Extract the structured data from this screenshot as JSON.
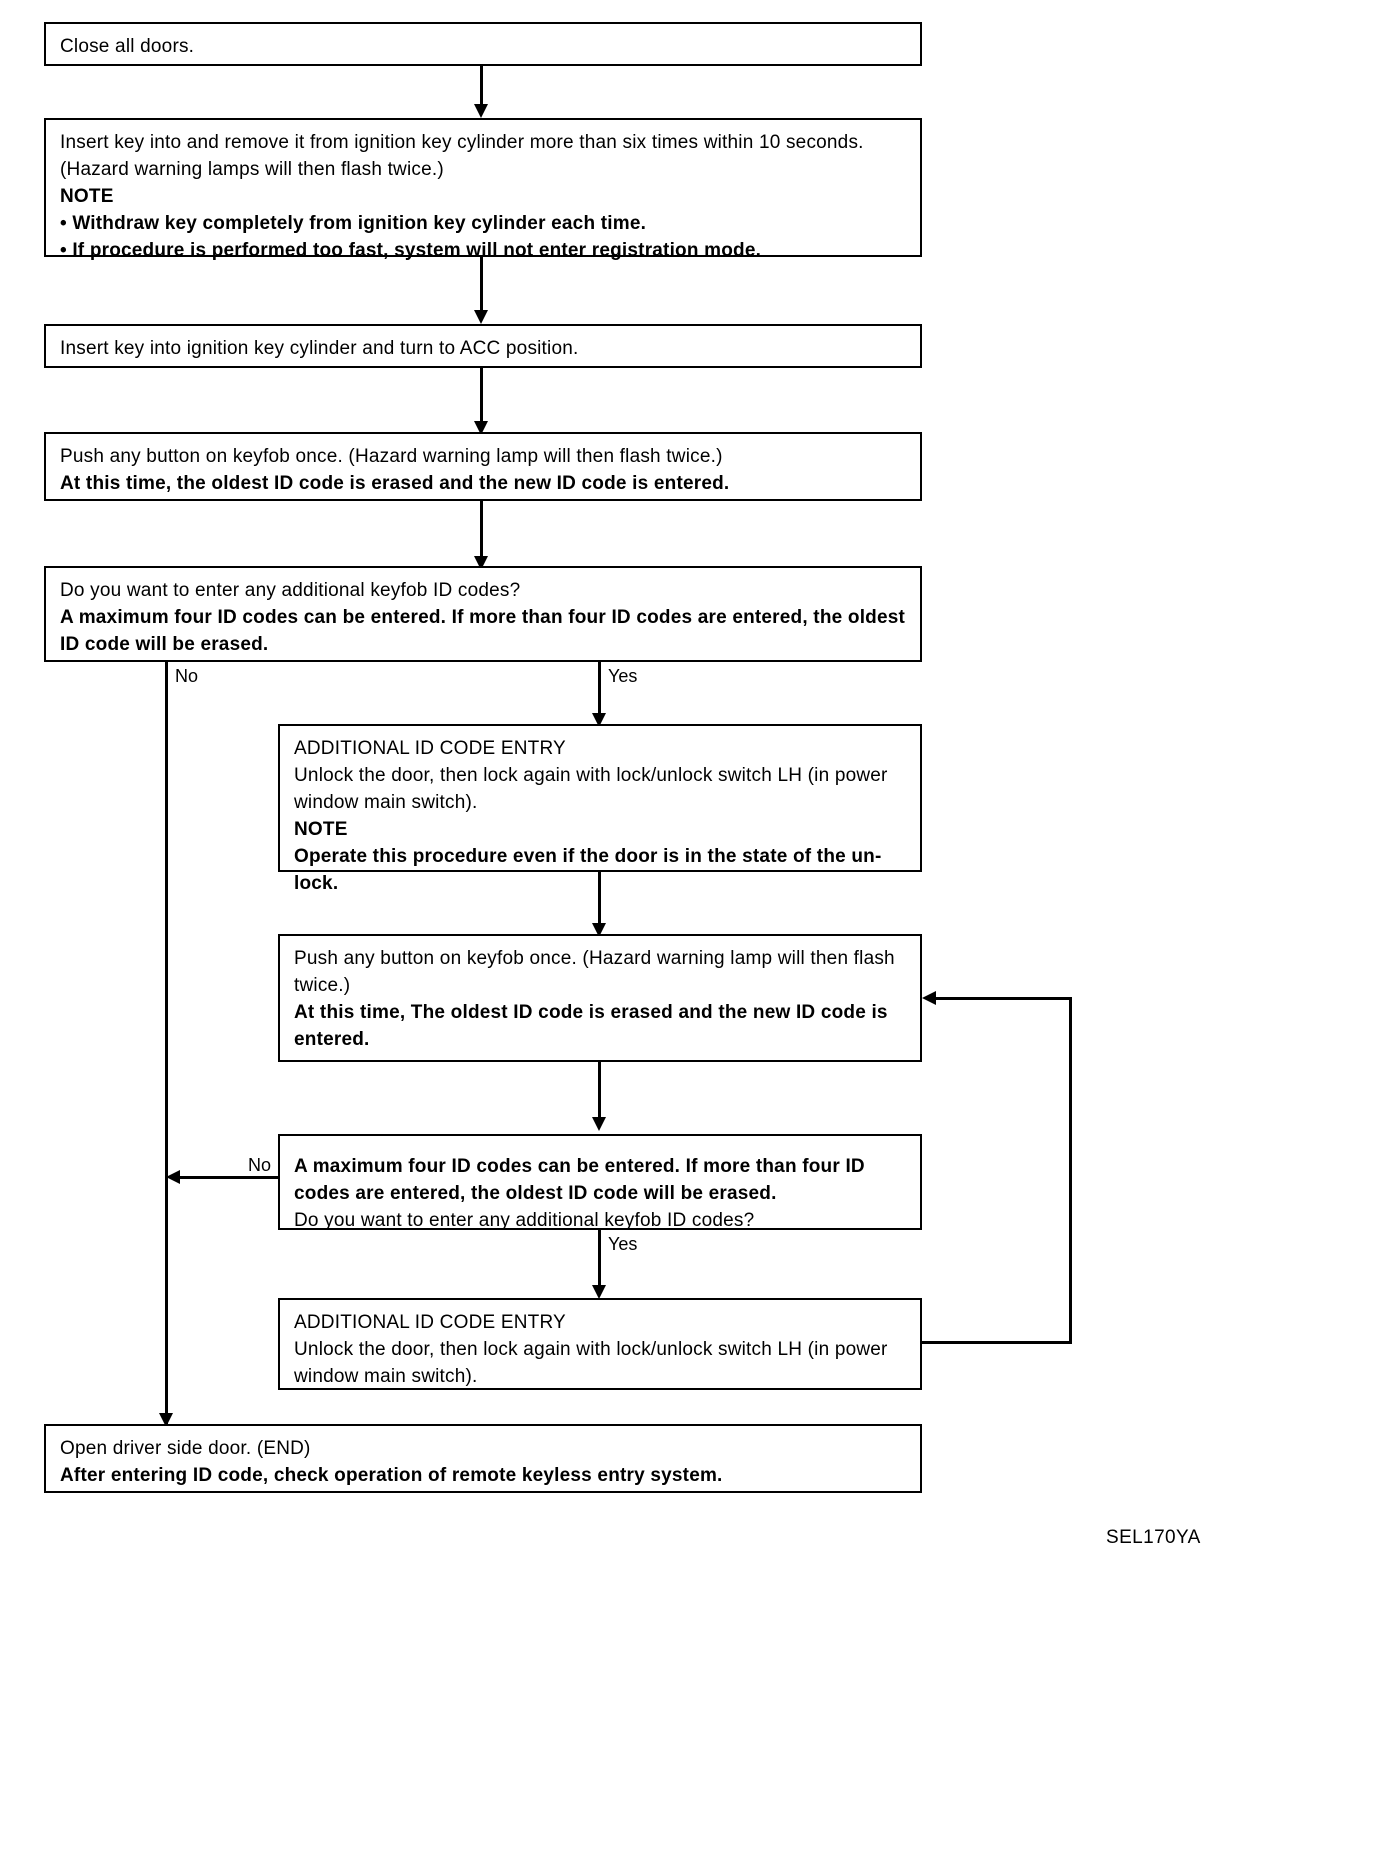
{
  "figure": {
    "caption": "SEL170YA"
  },
  "labels": {
    "no": "No",
    "yes": "Yes"
  },
  "boxes": {
    "close_doors": {
      "line1": "Close all doors."
    },
    "insert_remove_key": {
      "line1": "Insert key into and remove it from ignition key cylinder more than six times within 10 seconds.",
      "line2": "(Hazard warning lamps will then flash twice.)",
      "note_heading": "NOTE",
      "note_item1": "• Withdraw key completely from ignition key cylinder each time.",
      "note_item2": "• If procedure is performed too fast, system will not enter registration mode."
    },
    "turn_acc": {
      "line1": "Insert key into ignition key cylinder and turn to ACC position."
    },
    "push_keyfob_1": {
      "line1": "Push any button on keyfob once. (Hazard warning lamp will then flash twice.)",
      "line2": "At this time, the oldest ID code is erased and the new ID code is entered."
    },
    "decision_1": {
      "line1": "Do you want to enter any additional keyfob ID codes?",
      "line2": "A maximum four ID codes can be entered. If more than four ID codes are entered, the oldest ID code will be erased."
    },
    "additional_entry_1": {
      "heading": "ADDITIONAL ID CODE ENTRY",
      "line1": "Unlock the door, then lock again with lock/unlock switch LH (in power window main switch).",
      "note_heading": "NOTE",
      "note_line": "Operate this procedure even if the door is in the state of the un-lock."
    },
    "push_keyfob_2": {
      "line1": "Push any button on keyfob once. (Hazard warning lamp will then flash twice.)",
      "line2": "At this time, The oldest ID code is erased and the new ID code is entered."
    },
    "decision_2": {
      "line1": "A maximum four ID codes can be entered. If more than four ID codes are entered, the oldest ID code will be erased.",
      "line2": "Do you want to enter any additional keyfob ID codes?"
    },
    "additional_entry_2": {
      "heading": "ADDITIONAL ID CODE ENTRY",
      "line1": "Unlock the door, then lock again with lock/unlock switch LH (in power window main switch)."
    },
    "end_box": {
      "line1": "Open driver side door. (END)",
      "line2": "After entering ID code, check operation of remote keyless entry system."
    }
  }
}
